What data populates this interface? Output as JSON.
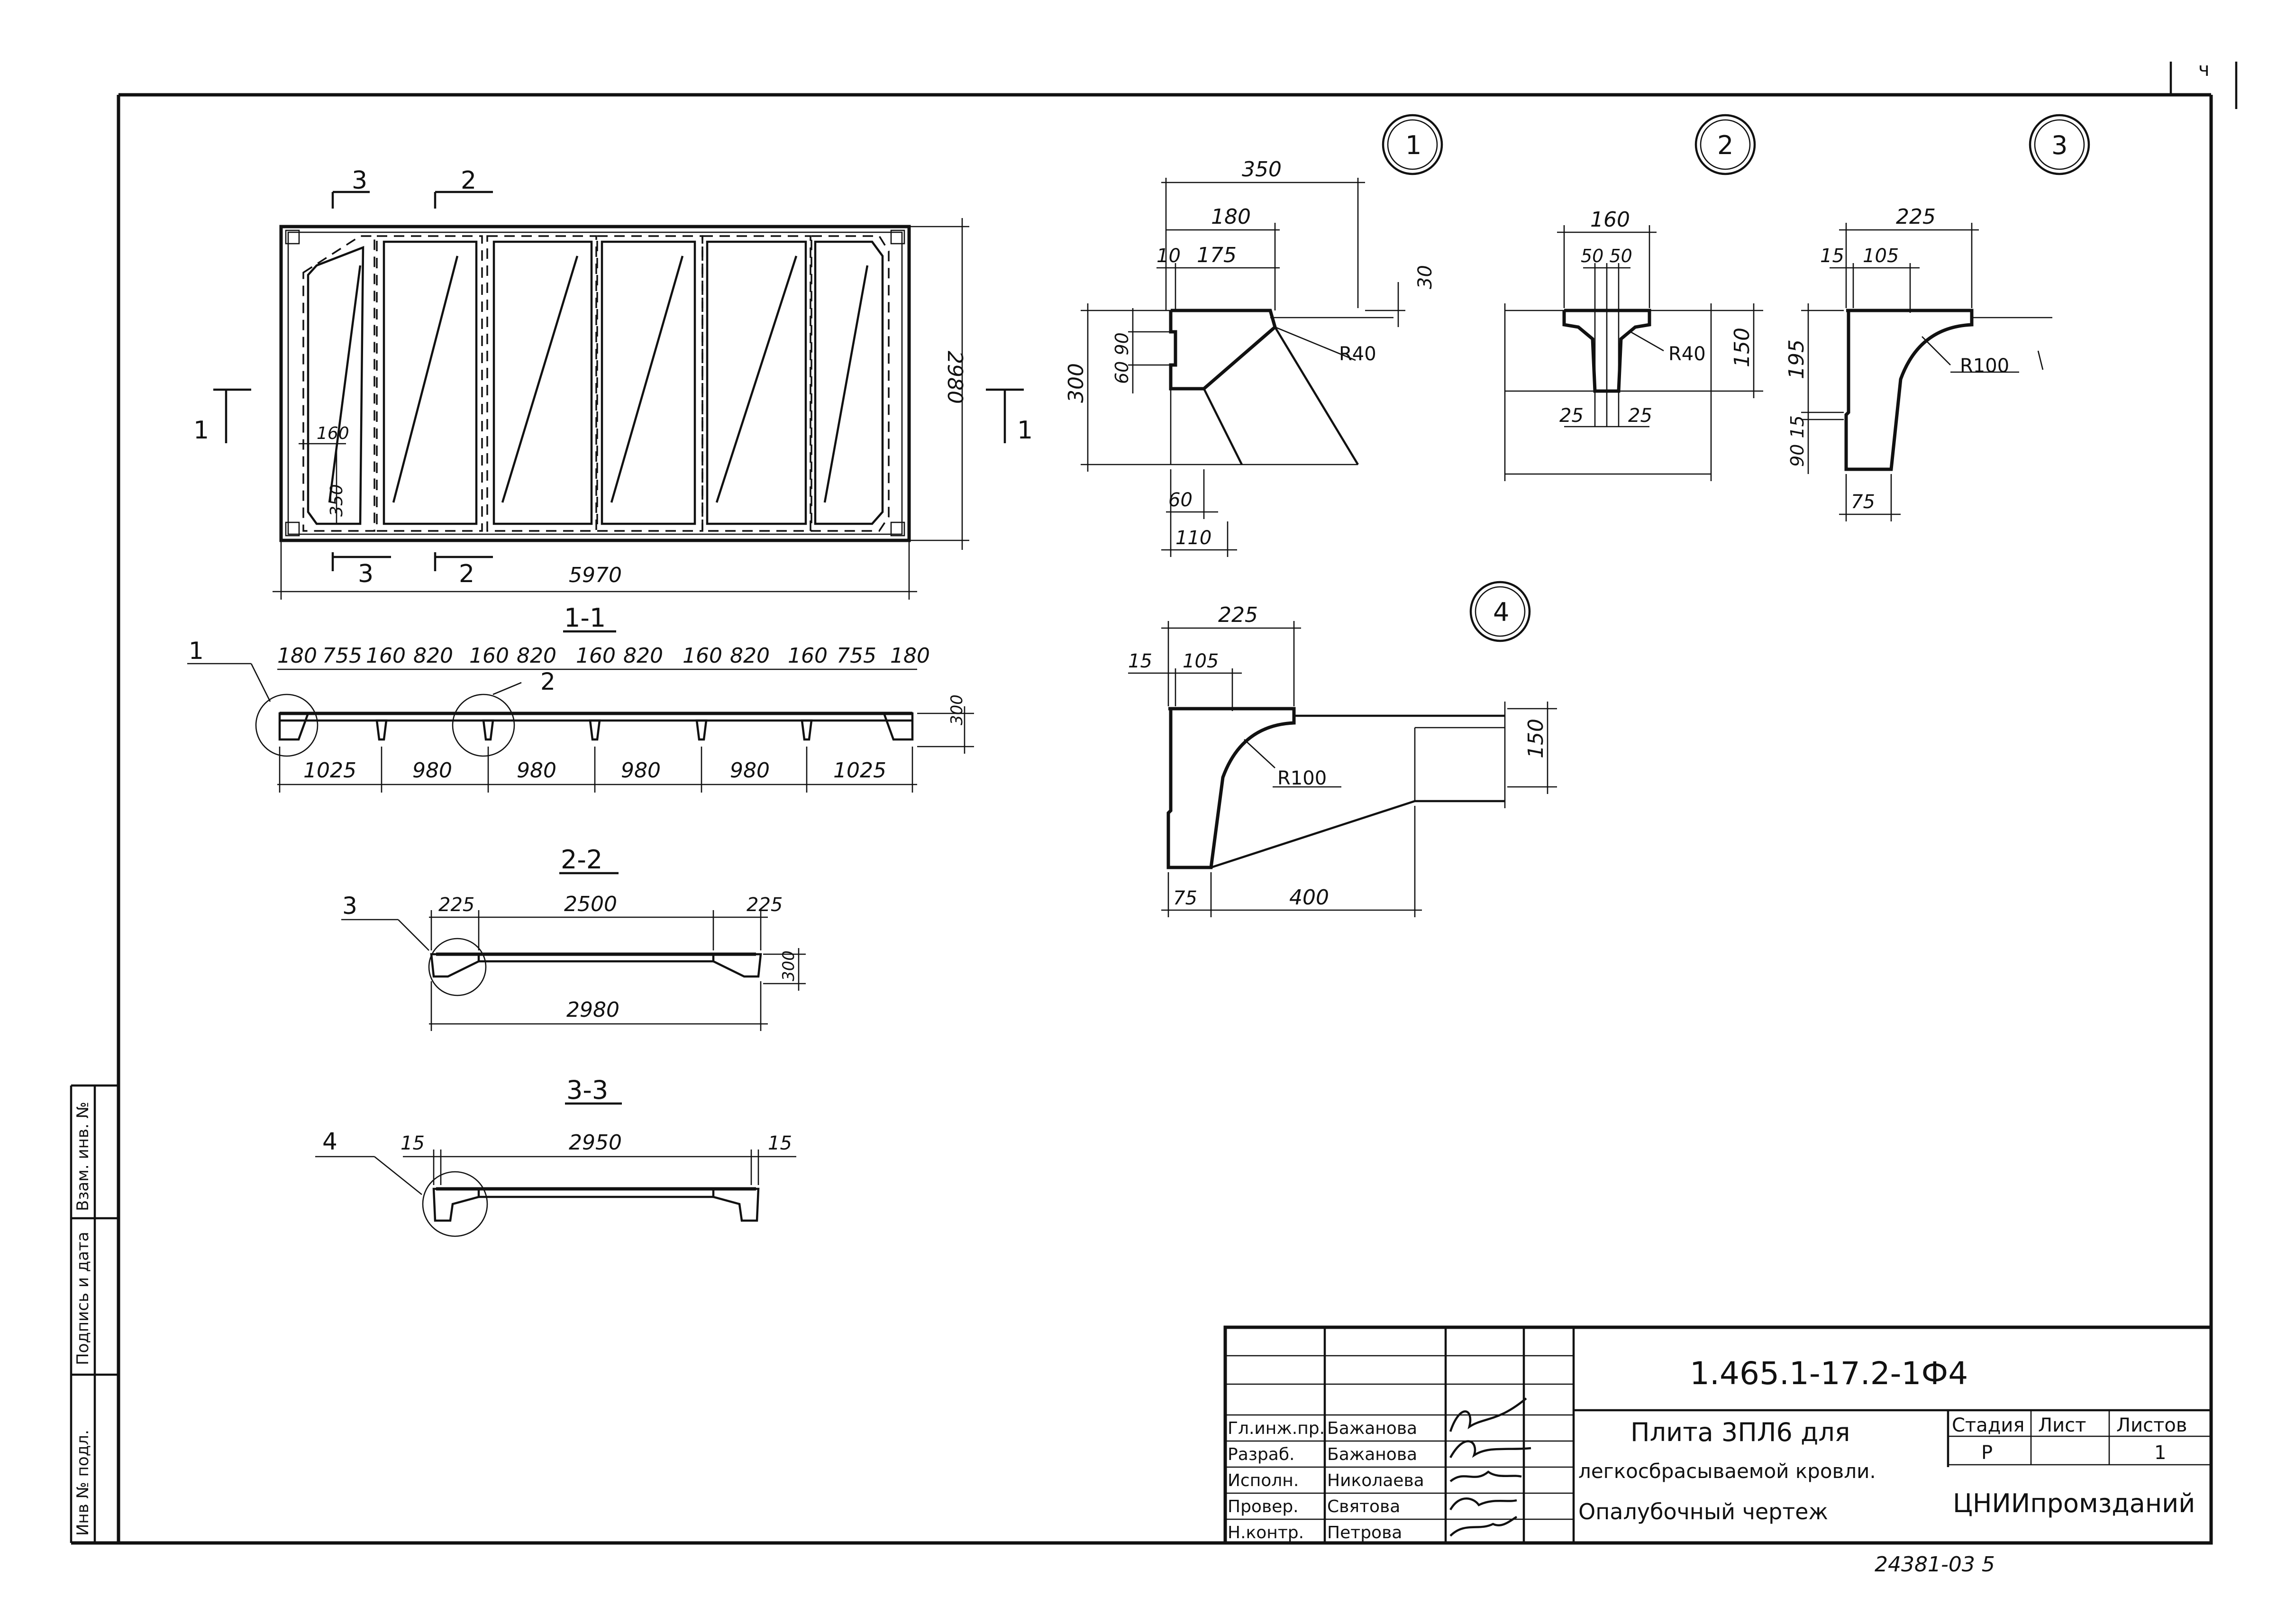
{
  "drawing": {
    "corner_mark": "ч",
    "plan": {
      "section_mark_3": "3",
      "section_mark_2": "2",
      "section_mark_1": "1",
      "overall_width": "2980",
      "overall_length": "5970",
      "corner_dim_a": "160",
      "corner_dim_b": "350"
    },
    "section_1_1": {
      "title": "1-1",
      "top_dims": [
        "180",
        "755",
        "160",
        "820",
        "160",
        "820",
        "160",
        "820",
        "160",
        "820",
        "160",
        "755",
        "180"
      ],
      "bottom_dims": [
        "1025",
        "980",
        "980",
        "980",
        "980",
        "1025"
      ],
      "height": "300",
      "callout_1": "1",
      "callout_2": "2"
    },
    "section_2_2": {
      "title": "2-2",
      "dim_left": "225",
      "dim_mid": "2500",
      "dim_right": "225",
      "overall": "2980",
      "height": "300",
      "callout": "3"
    },
    "section_3_3": {
      "title": "3-3",
      "dim_left": "15",
      "dim_mid": "2950",
      "dim_right": "15",
      "callout": "4"
    },
    "detail_1": {
      "number": "1",
      "d350": "350",
      "d180": "180",
      "d10": "10",
      "d175": "175",
      "d30": "30",
      "d300": "300",
      "d60_90": "60 90",
      "radius": "R40",
      "d60": "60",
      "d110": "110"
    },
    "detail_2": {
      "number": "2",
      "d160": "160",
      "d50_50": "50 50",
      "radius": "R40",
      "d150": "150",
      "d25a": "25",
      "d25b": "25"
    },
    "detail_3": {
      "number": "3",
      "d225": "225",
      "d15": "15",
      "d105": "105",
      "d195": "195",
      "d90_15": "90 15",
      "radius": "R100",
      "d75": "75"
    },
    "detail_4": {
      "number": "4",
      "d225": "225",
      "d15": "15",
      "d105": "105",
      "radius": "R100",
      "d150": "150",
      "d75": "75",
      "d400": "400"
    }
  },
  "side_stamp": {
    "col1": "Инв № подл.",
    "col2": "Подпись и дата",
    "col3": "Взам. инв. №"
  },
  "title_block": {
    "designation": "1.465.1-17.2-1Ф4",
    "title_line1": "Плита 3ПЛ6 для",
    "title_line2": "легкосбрасываемой кровли.",
    "title_line3": "Опалубочный чертеж",
    "stage_header": "Стадия",
    "sheet_header": "Лист",
    "sheets_header": "Листов",
    "stage_value": "Р",
    "sheets_value": "1",
    "organization": "ЦНИИпромзданий",
    "roles": [
      "Гл.инж.пр.",
      "Разраб.",
      "Исполн.",
      "Провер.",
      "Н.контр."
    ],
    "names": [
      "Бажанова",
      "Бажанова",
      "Николаева",
      "Святова",
      "Петрова"
    ],
    "bottom_number": "24381-03  5"
  }
}
